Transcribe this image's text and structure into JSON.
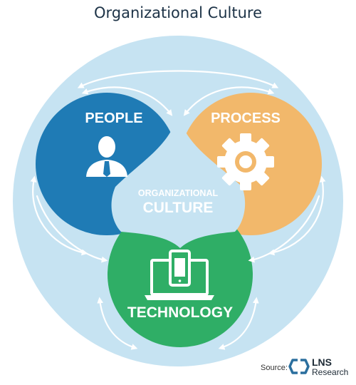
{
  "title": "Organizational Culture",
  "circles": {
    "people": "PEOPLE",
    "process": "PROCESS",
    "technology": "TECHNOLOGY"
  },
  "center": {
    "line1": "ORGANIZATIONAL",
    "line2": "CULTURE"
  },
  "source": {
    "label": "Source:",
    "brand_name": "LNS",
    "brand_sub": "Research"
  },
  "colors": {
    "background_circle": "#c6e3f2",
    "people": "#1f7bb5",
    "process": "#f2b86b",
    "technology": "#2fae66",
    "arrows": "#ffffff",
    "brand": "#2b6f9e"
  },
  "icons": {
    "people": "person-icon",
    "process": "gear-icon",
    "technology": "devices-icon"
  }
}
